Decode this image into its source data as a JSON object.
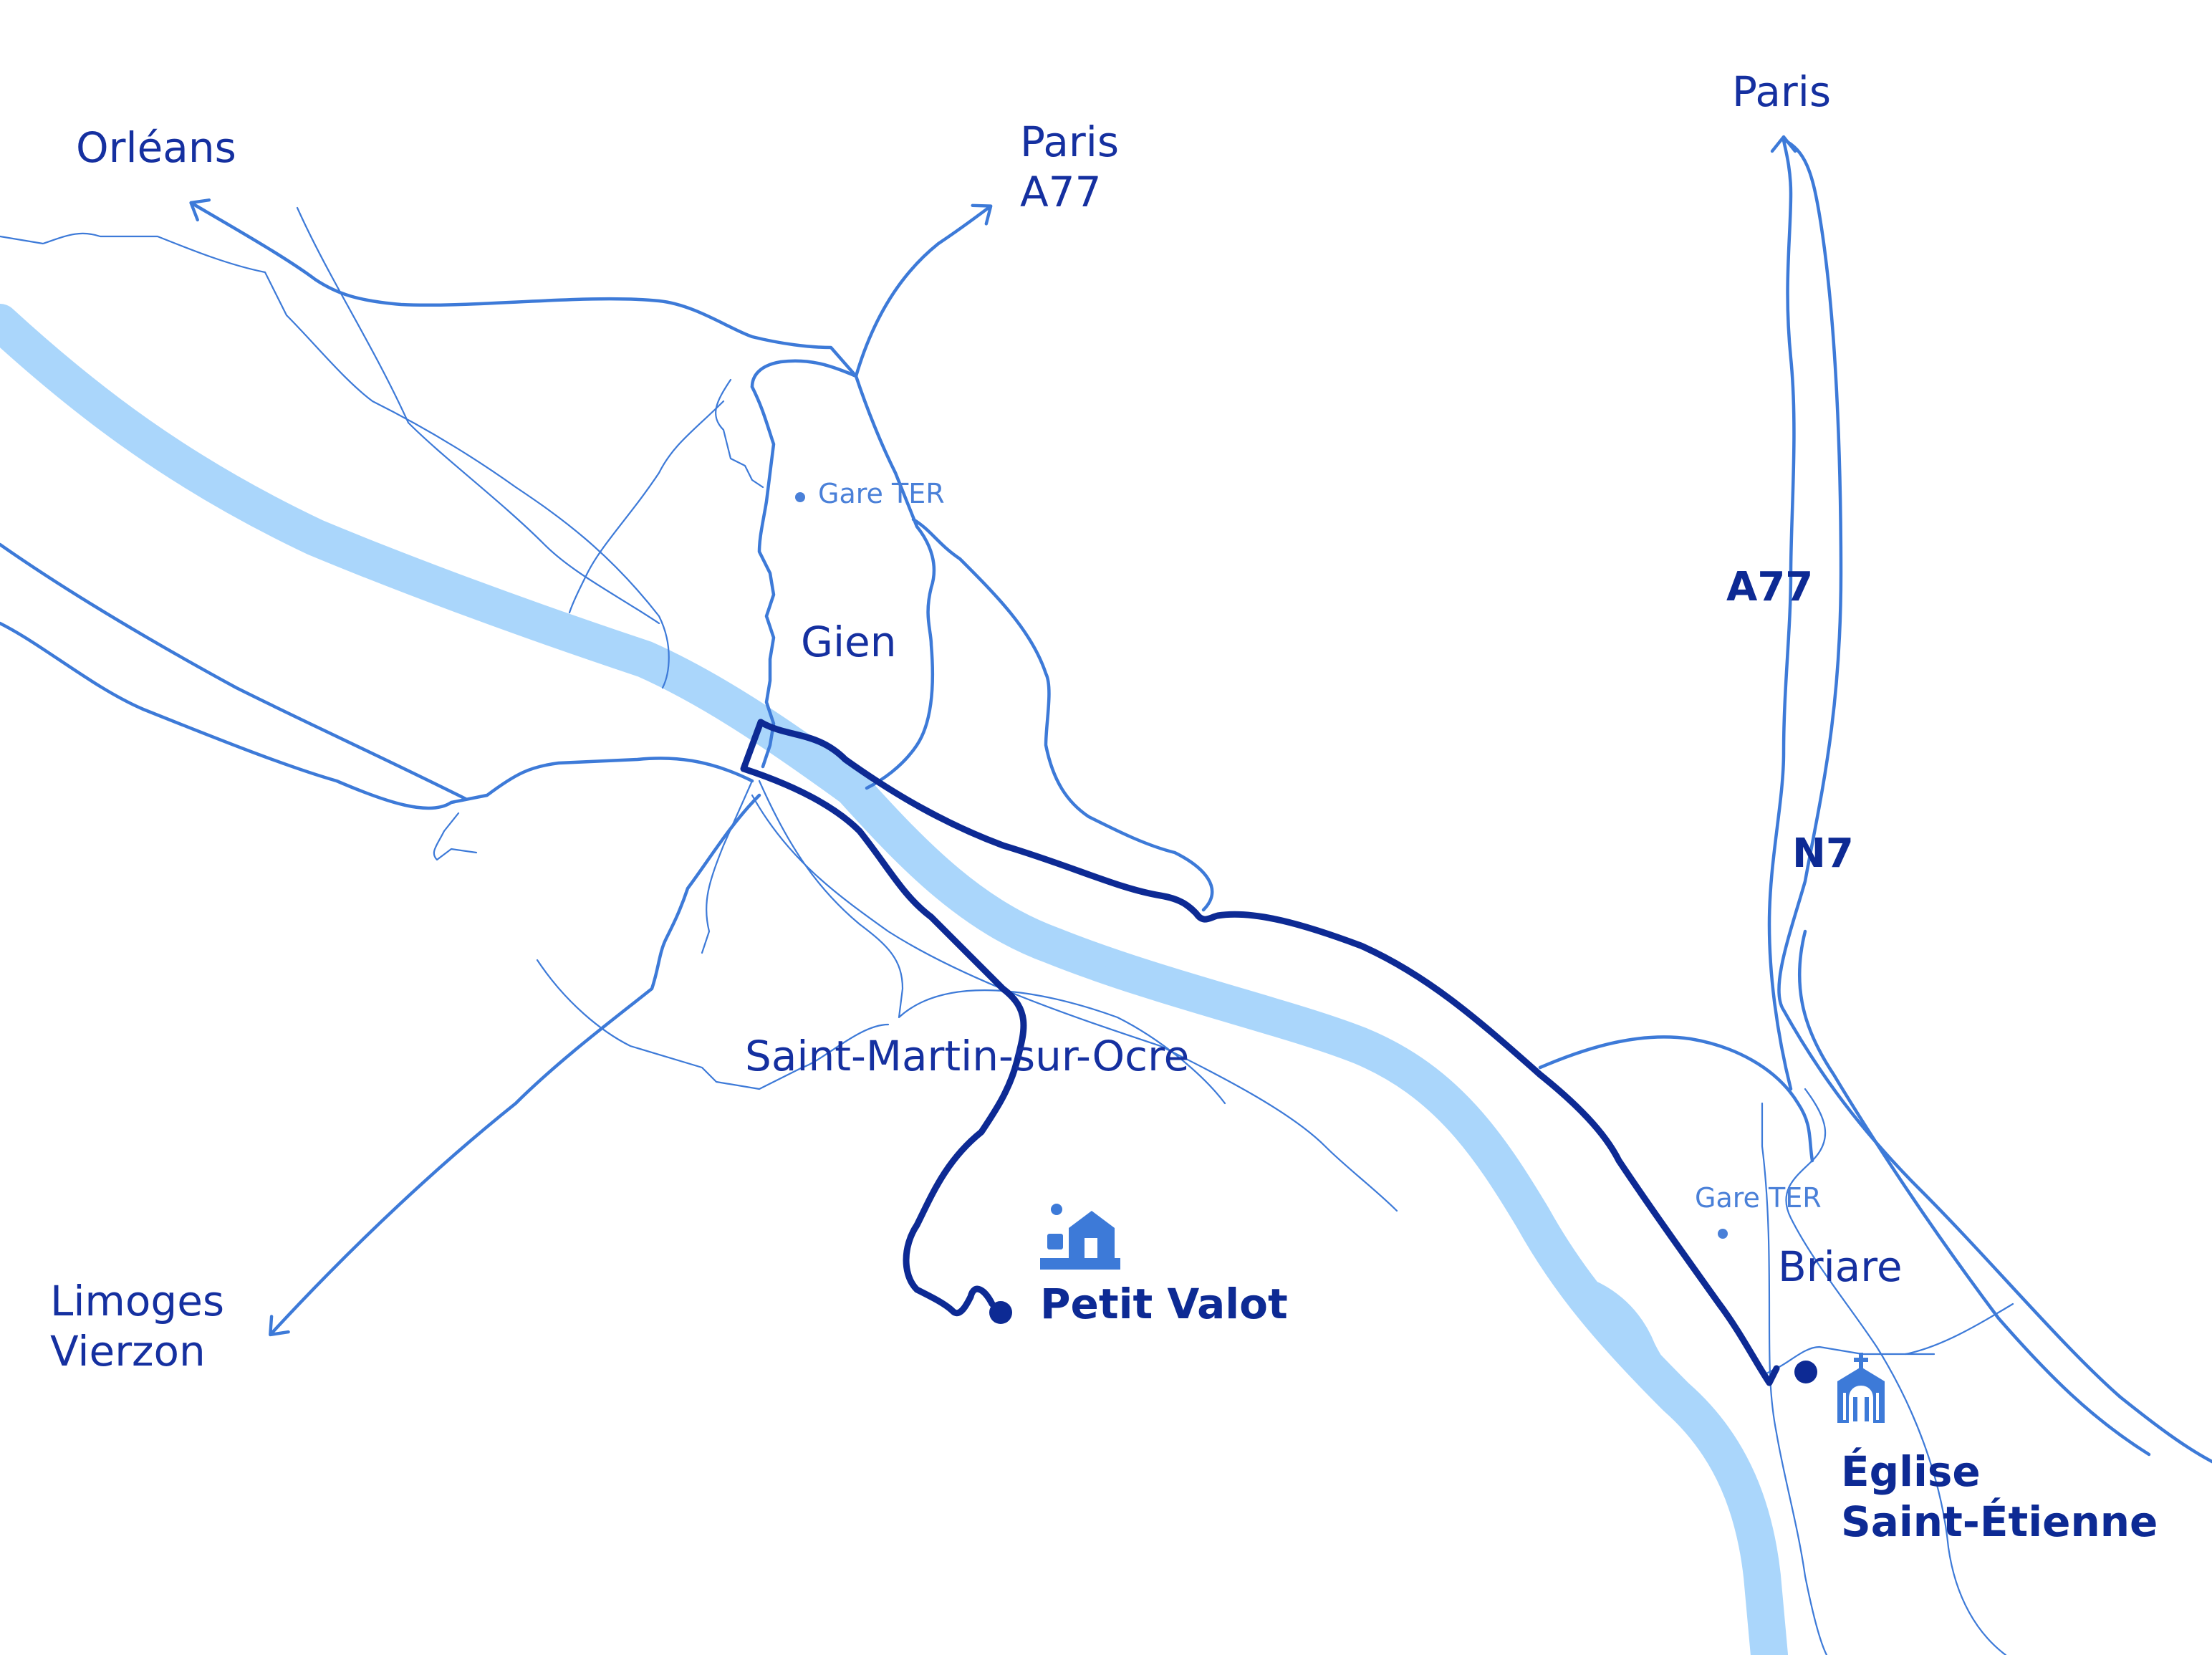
{
  "colors": {
    "river": "#aad6fb",
    "road": "#3d7ad8",
    "route": "#0d2a94",
    "label": "#1530a0",
    "station": "#4a80d8"
  },
  "destinations": {
    "orleans": "Orléans",
    "paris_a77_line1": "Paris",
    "paris_a77_line2": "A77",
    "paris_north": "Paris",
    "limoges": "Limoges",
    "vierzon": "Vierzon"
  },
  "towns": {
    "gien": "Gien",
    "saint_martin": "Saint-Martin-sur-Ocre",
    "briare": "Briare"
  },
  "stations": {
    "gien_station": "Gare TER",
    "briare_station": "Gare TER"
  },
  "roads": {
    "a77": "A77",
    "n7": "N7"
  },
  "pois": {
    "petit_valot": "Petit Valot",
    "eglise_line1": "Église",
    "eglise_line2": "Saint-Étienne"
  },
  "icons": {
    "petit_valot": "farmhouse-icon",
    "eglise": "church-icon"
  }
}
